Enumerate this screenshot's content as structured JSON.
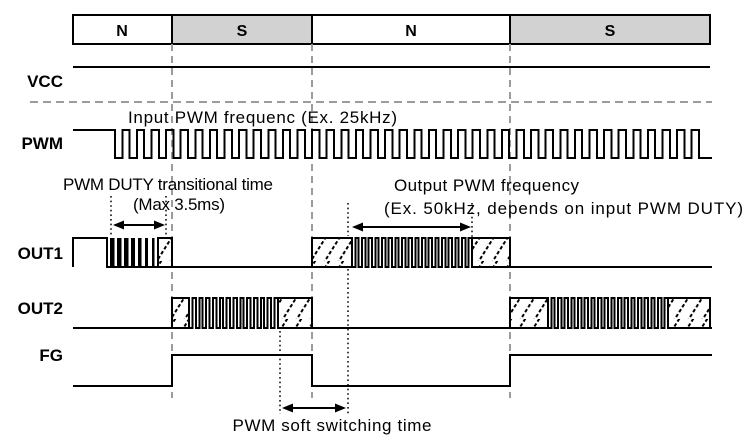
{
  "poles": {
    "labels": [
      "N",
      "S",
      "N",
      "S"
    ]
  },
  "signals": {
    "vcc": "VCC",
    "pwm": "PWM",
    "out1": "OUT1",
    "out2": "OUT2",
    "fg": "FG"
  },
  "annotations": {
    "input_pwm": "Input PWM frequenc (Ex. 25kHz)",
    "duty_transition_line1": "PWM DUTY transitional time",
    "duty_transition_line2": "(Max 3.5ms)",
    "output_pwm_line1": "Output PWM frequency",
    "output_pwm_line2": "(Ex. 50kHz, depends on input PWM DUTY)",
    "soft_switching": "PWM soft switching time"
  },
  "colors": {
    "pole_s_fill": "#d2d2d2",
    "pole_n_fill": "#ffffff",
    "dashed_gray": "#9c9c9c",
    "line": "#000000",
    "background": "#ffffff"
  }
}
